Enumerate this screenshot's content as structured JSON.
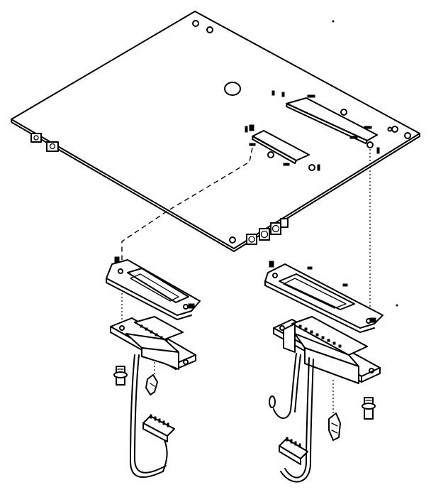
{
  "figure": {
    "kind": "exploded-parts-illustration",
    "line_color": "#000000",
    "background_color": "#ffffff",
    "parts": [
      "circuit-board",
      "left-bracket",
      "left-connector",
      "left-screw",
      "left-clip",
      "left-wire-harness",
      "right-bracket",
      "right-connector",
      "right-screw",
      "right-clip",
      "right-wire-harness"
    ]
  }
}
